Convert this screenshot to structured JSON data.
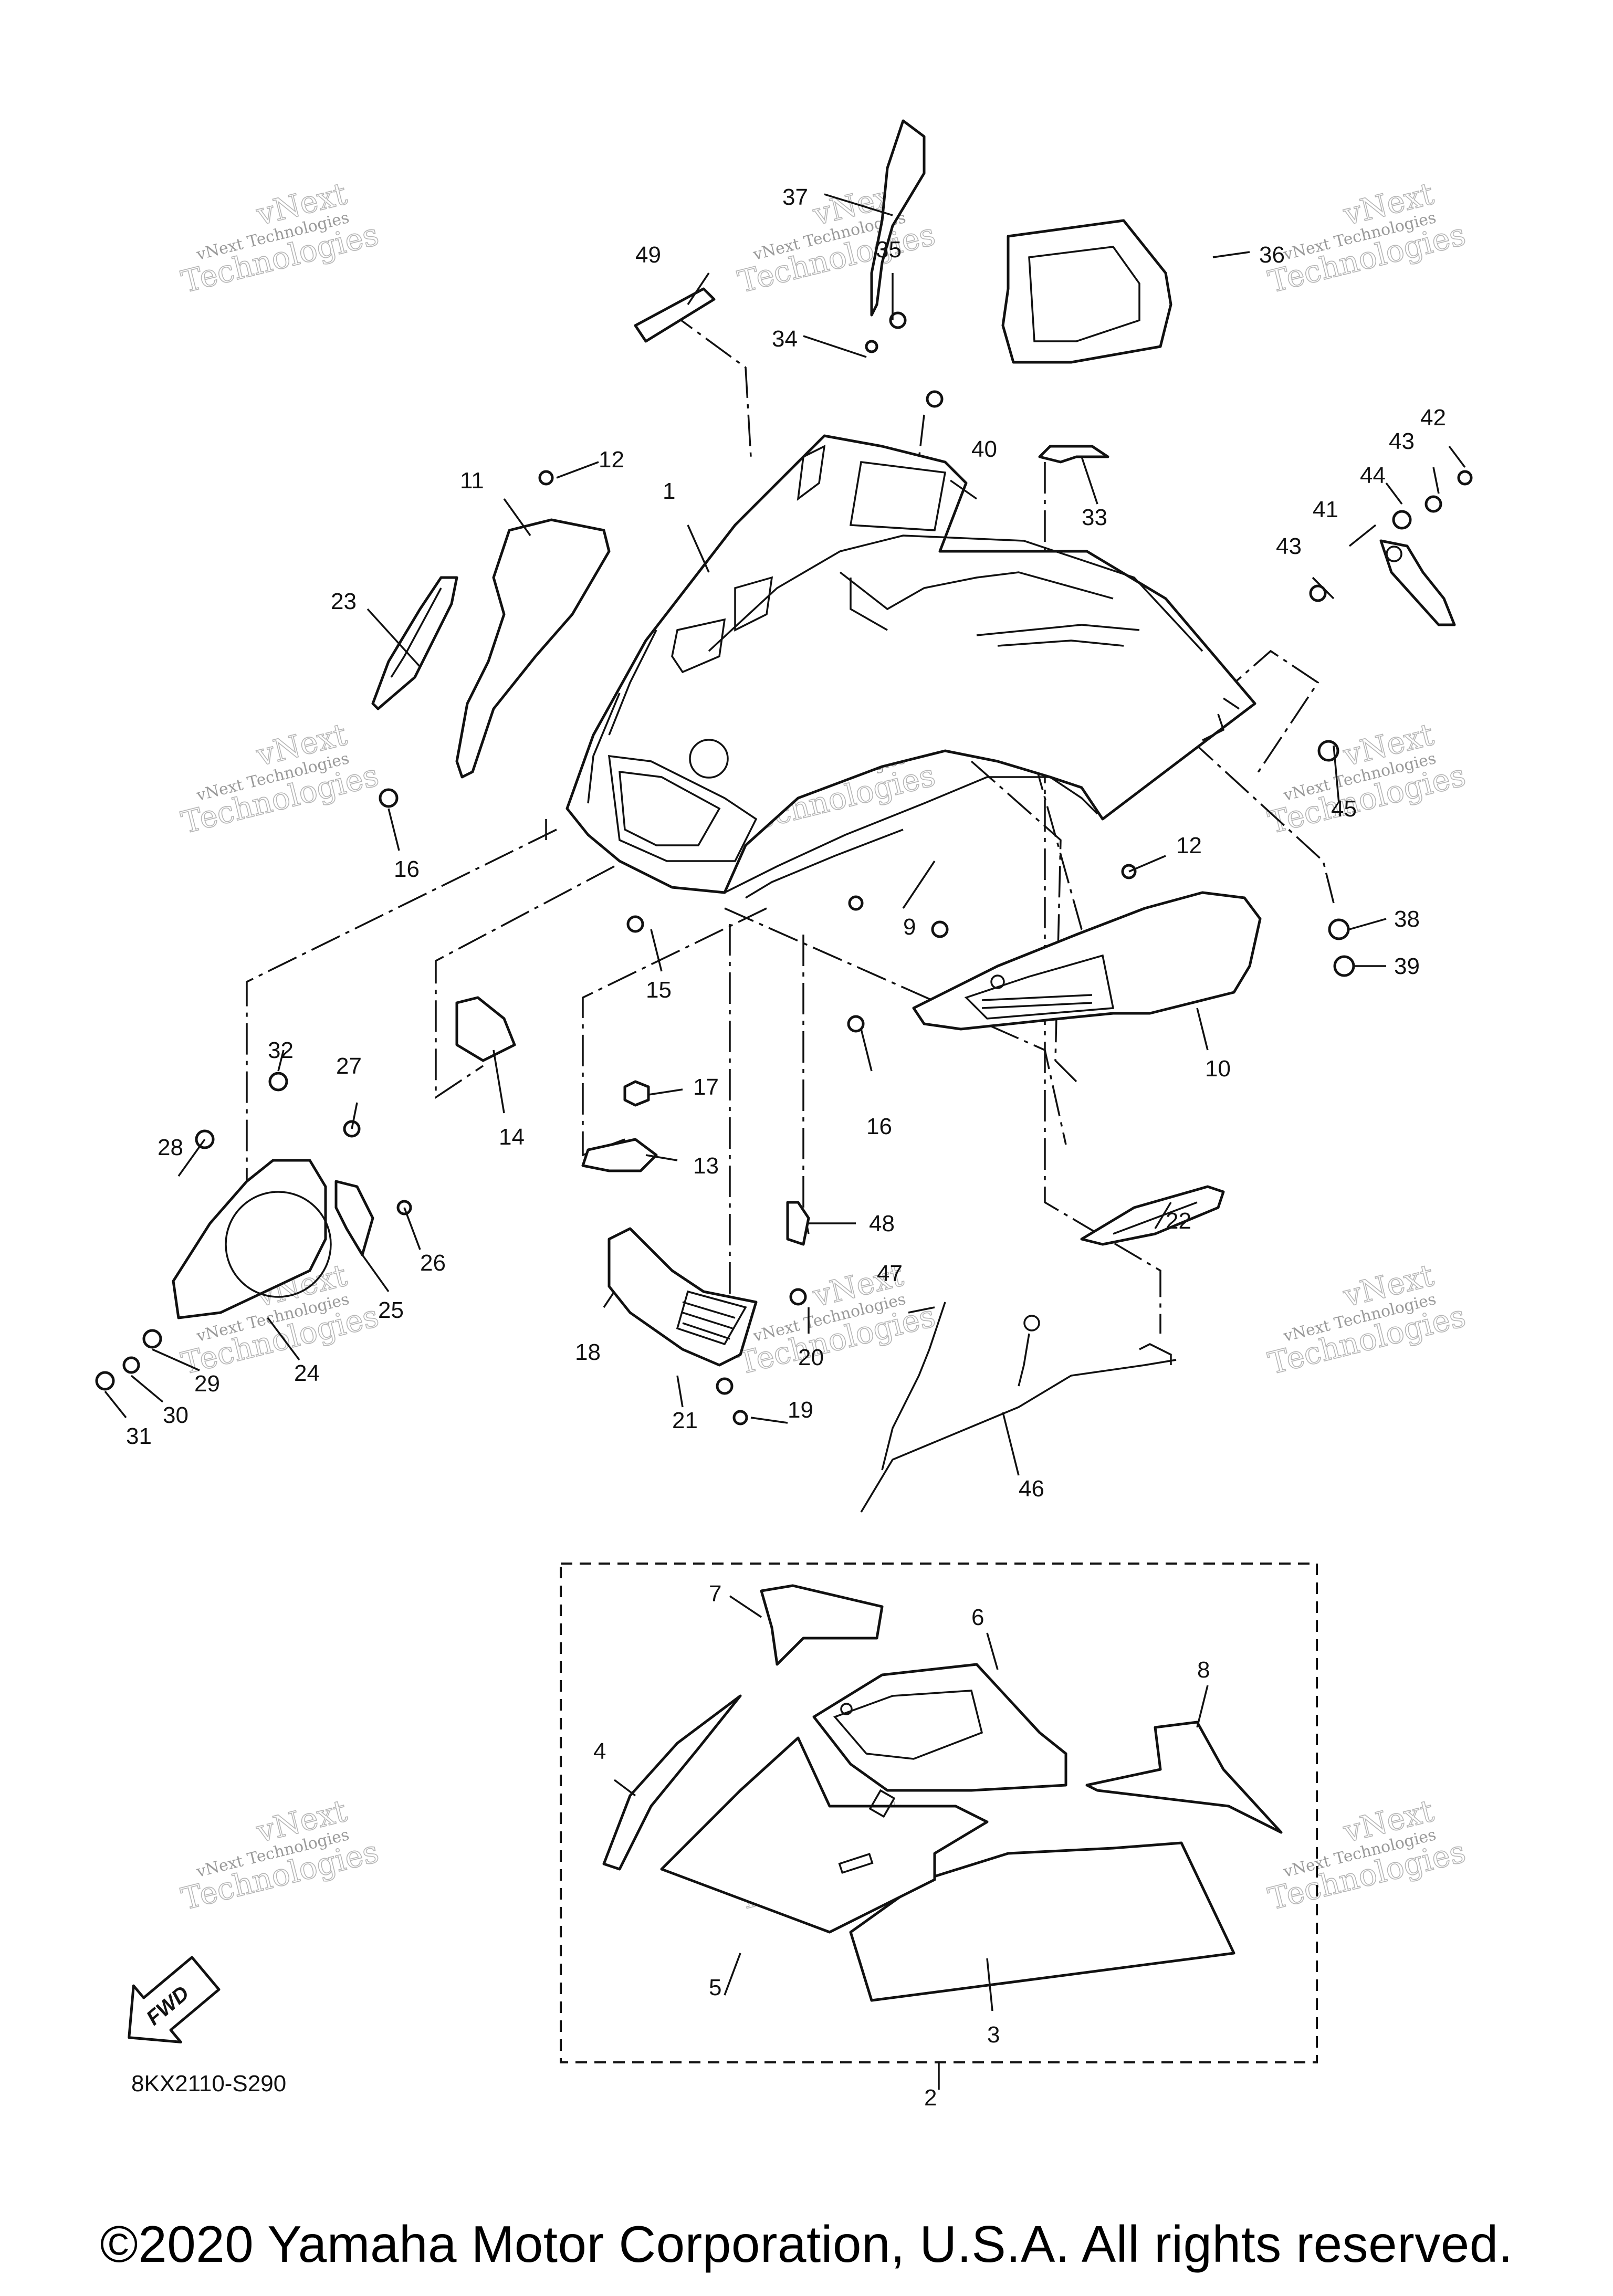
{
  "diagram_code": "8KX2110-S290",
  "fwd_label": "FWD",
  "copyright": "©2020 Yamaha Motor Corporation, U.S.A. All rights reserved.",
  "watermark": {
    "line1": "vNext",
    "line2": "vNext Technologies",
    "line3": "Technologies"
  },
  "callouts": [
    "1",
    "2",
    "3",
    "4",
    "5",
    "6",
    "7",
    "8",
    "9",
    "10",
    "11",
    "12",
    "12",
    "13",
    "14",
    "15",
    "16",
    "16",
    "17",
    "18",
    "19",
    "20",
    "21",
    "22",
    "23",
    "24",
    "25",
    "26",
    "27",
    "28",
    "29",
    "30",
    "31",
    "32",
    "33",
    "34",
    "35",
    "36",
    "37",
    "38",
    "39",
    "40",
    "41",
    "42",
    "43",
    "43",
    "44",
    "45",
    "46",
    "47",
    "48",
    "49"
  ]
}
